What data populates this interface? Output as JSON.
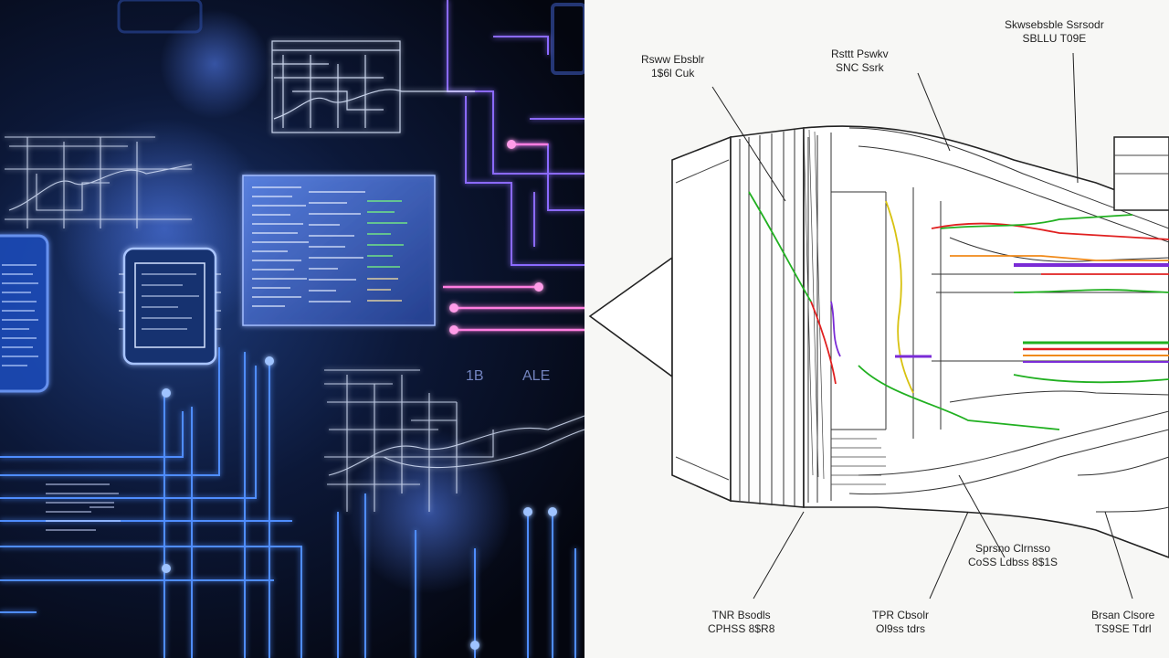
{
  "colors": {
    "left_bg_glow": "#1d3a7a",
    "left_bg_dark": "#04060f",
    "circuit_blue": "#4f8dff",
    "circuit_violet": "#8b6bff",
    "circuit_pink": "#ff7de0",
    "screen_glow": "#6f9dff",
    "code_green": "#7cff7c",
    "right_bg": "#f7f7f5",
    "ink": "#222222",
    "wire_red": "#e02020",
    "wire_green": "#21b021",
    "wire_purple": "#7a2bd6",
    "wire_orange": "#f08a1a",
    "wire_yellow": "#d8c210"
  },
  "callouts": [
    {
      "line1": "Rsww Ebsblr",
      "line2": "1$6l Cuk"
    },
    {
      "line1": "Rsttt Pswkv",
      "line2": "SNC Ssrk"
    },
    {
      "line1": "Skwsebsble Ssrsodr",
      "line2": "SBLLU T09E"
    },
    {
      "line1": "Sprsno Clrnsso",
      "line2": "CoSS Ldbss 8$1S"
    },
    {
      "line1": "TNR Bsodls",
      "line2": "CPHSS 8$R8"
    },
    {
      "line1": "TPR Cbsolr",
      "line2": "Ol9ss tdrs"
    },
    {
      "line1": "Brsan Clsore",
      "line2": "TS9SE Tdrl"
    }
  ],
  "left_labels": {
    "holo_tag": "1B",
    "holo_tag2": "ALE"
  }
}
